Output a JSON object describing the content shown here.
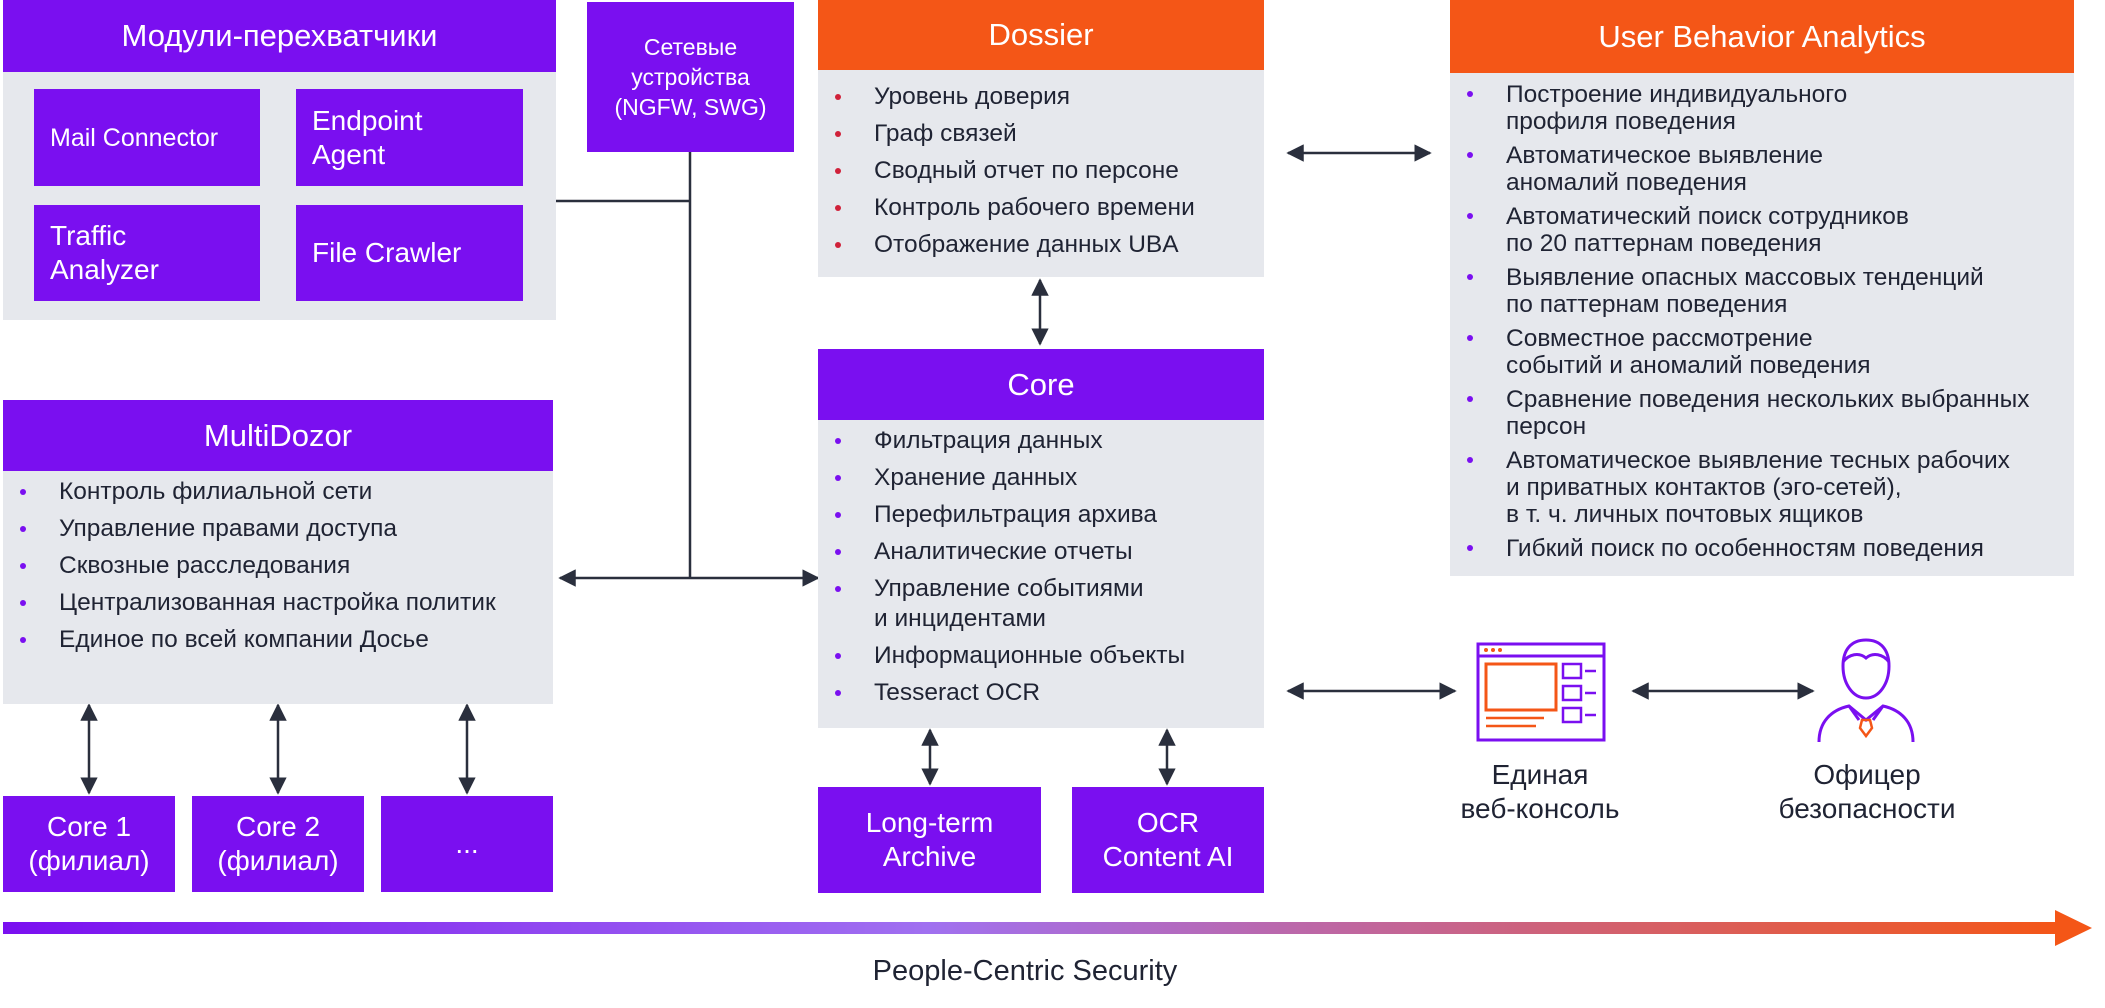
{
  "interceptors": {
    "title": "Модули-перехватчики",
    "modules": [
      "Mail Connector",
      "Endpoint\nAgent",
      "Traffic\nAnalyzer",
      "File Crawler"
    ]
  },
  "network_devices": "Сетевые\nустройства\n(NGFW, SWG)",
  "dossier": {
    "title": "Dossier",
    "items": [
      "Уровень доверия",
      "Граф связей",
      "Сводный отчет по персоне",
      "Контроль рабочего времени",
      "Отображение данных UBA"
    ]
  },
  "uba": {
    "title": "User Behavior Analytics",
    "items": [
      "Построение индивидуального\nпрофиля поведения",
      "Автоматическое выявление\nаномалий поведения",
      "Автоматический поиск сотрудников\nпо 20 паттернам поведения",
      "Выявление опасных массовых тенденций\nпо паттернам поведения",
      "Совместное рассмотрение\nсобытий и аномалий поведения",
      "Сравнение поведения нескольких выбранных\nперсон",
      "Автоматическое выявление тесных рабочих\nи приватных контактов (эго-сетей),\nв т. ч. личных почтовых ящиков",
      "Гибкий поиск по особенностям поведения"
    ]
  },
  "multidozor": {
    "title": "MultiDozor",
    "items": [
      "Контроль филиальной сети",
      "Управление правами доступа",
      "Сквозные расследования",
      "Централизованная настройка политик",
      "Единое по всей компании Досье"
    ]
  },
  "core": {
    "title": "Core",
    "items": [
      "Фильтрация данных",
      "Хранение данных",
      "Перефильтрация архива",
      "Аналитические отчеты",
      "Управление событиями\nи инцидентами",
      "Информационные объекты",
      "Tesseract OCR"
    ]
  },
  "branches": [
    "Core 1\n(филиал)",
    "Core 2\n(филиал)",
    "..."
  ],
  "storage": [
    "Long-term\nArchive",
    "OCR\nContent AI"
  ],
  "web_console": {
    "label": "Единая\nвеб-консоль",
    "icon": "web-console-icon"
  },
  "officer": {
    "label": "Офицер\nбезопасности",
    "icon": "security-officer-icon"
  },
  "footer": "People-Centric Security",
  "colors": {
    "purple": "#7a0ff0",
    "orange": "#f45617",
    "panel": "#e6e8ed",
    "line": "#2a2f3d"
  }
}
